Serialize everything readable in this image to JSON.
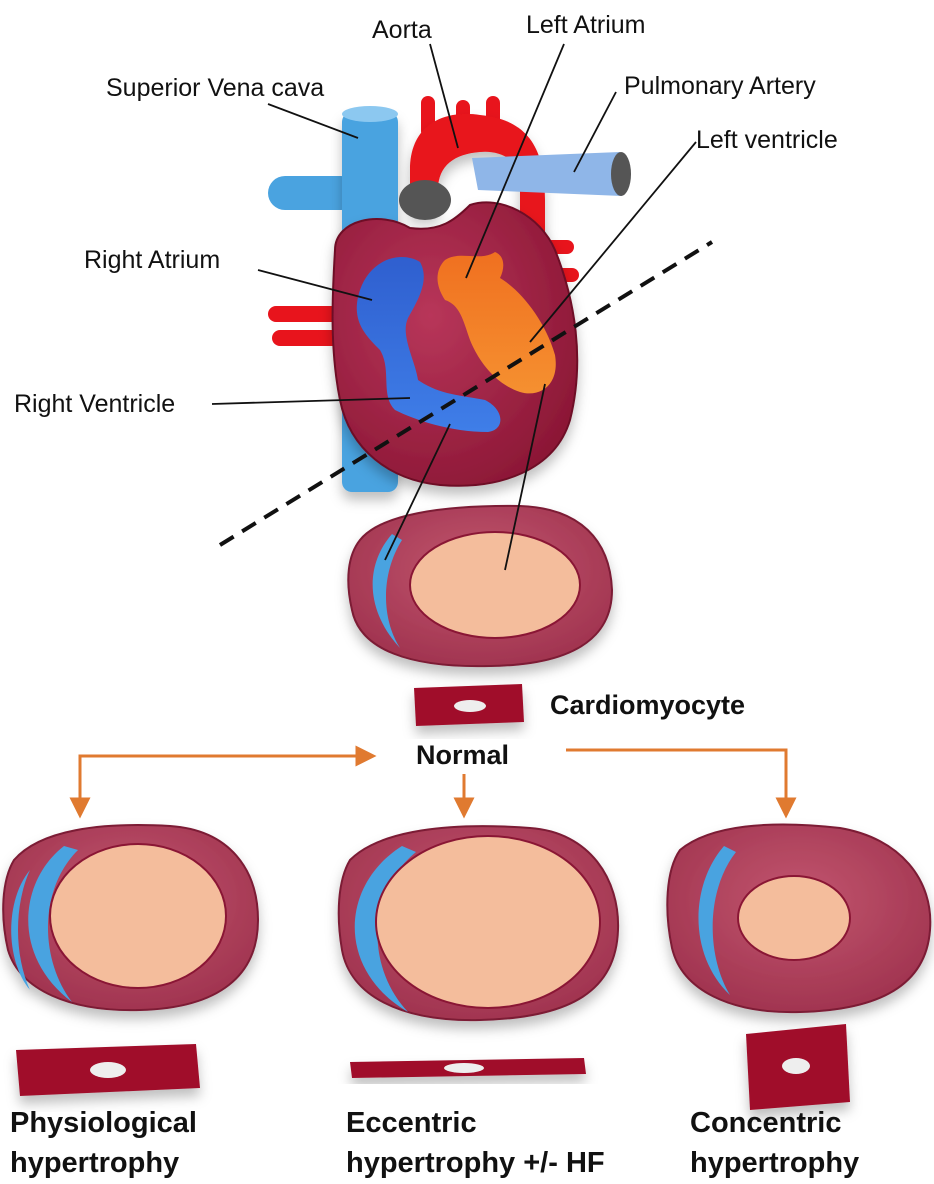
{
  "labels": {
    "aorta": "Aorta",
    "left_atrium": "Left Atrium",
    "superior_vena_cava": "Superior Vena cava",
    "pulmonary_artery": "Pulmonary Artery",
    "left_ventricle": "Left ventricle",
    "right_atrium": "Right Atrium",
    "right_ventricle": "Right Ventricle"
  },
  "cardiomyocyte_label": "Cardiomyocyte",
  "normal_label": "Normal",
  "outcomes": [
    {
      "line1": "Physiological",
      "line2": "hypertrophy"
    },
    {
      "line1": "Eccentric",
      "line2": "hypertrophy +/- HF"
    },
    {
      "line1": "Concentric",
      "line2": "hypertrophy"
    }
  ],
  "colors": {
    "heart_wall": "#9b1b3c",
    "right_side": "#2f63d6",
    "left_side": "#f07c1c",
    "vessel_blue": "#4aa3e0",
    "aorta_red": "#e8141c",
    "lumen": "#f4bd9c",
    "arrow": "#e07a30"
  }
}
